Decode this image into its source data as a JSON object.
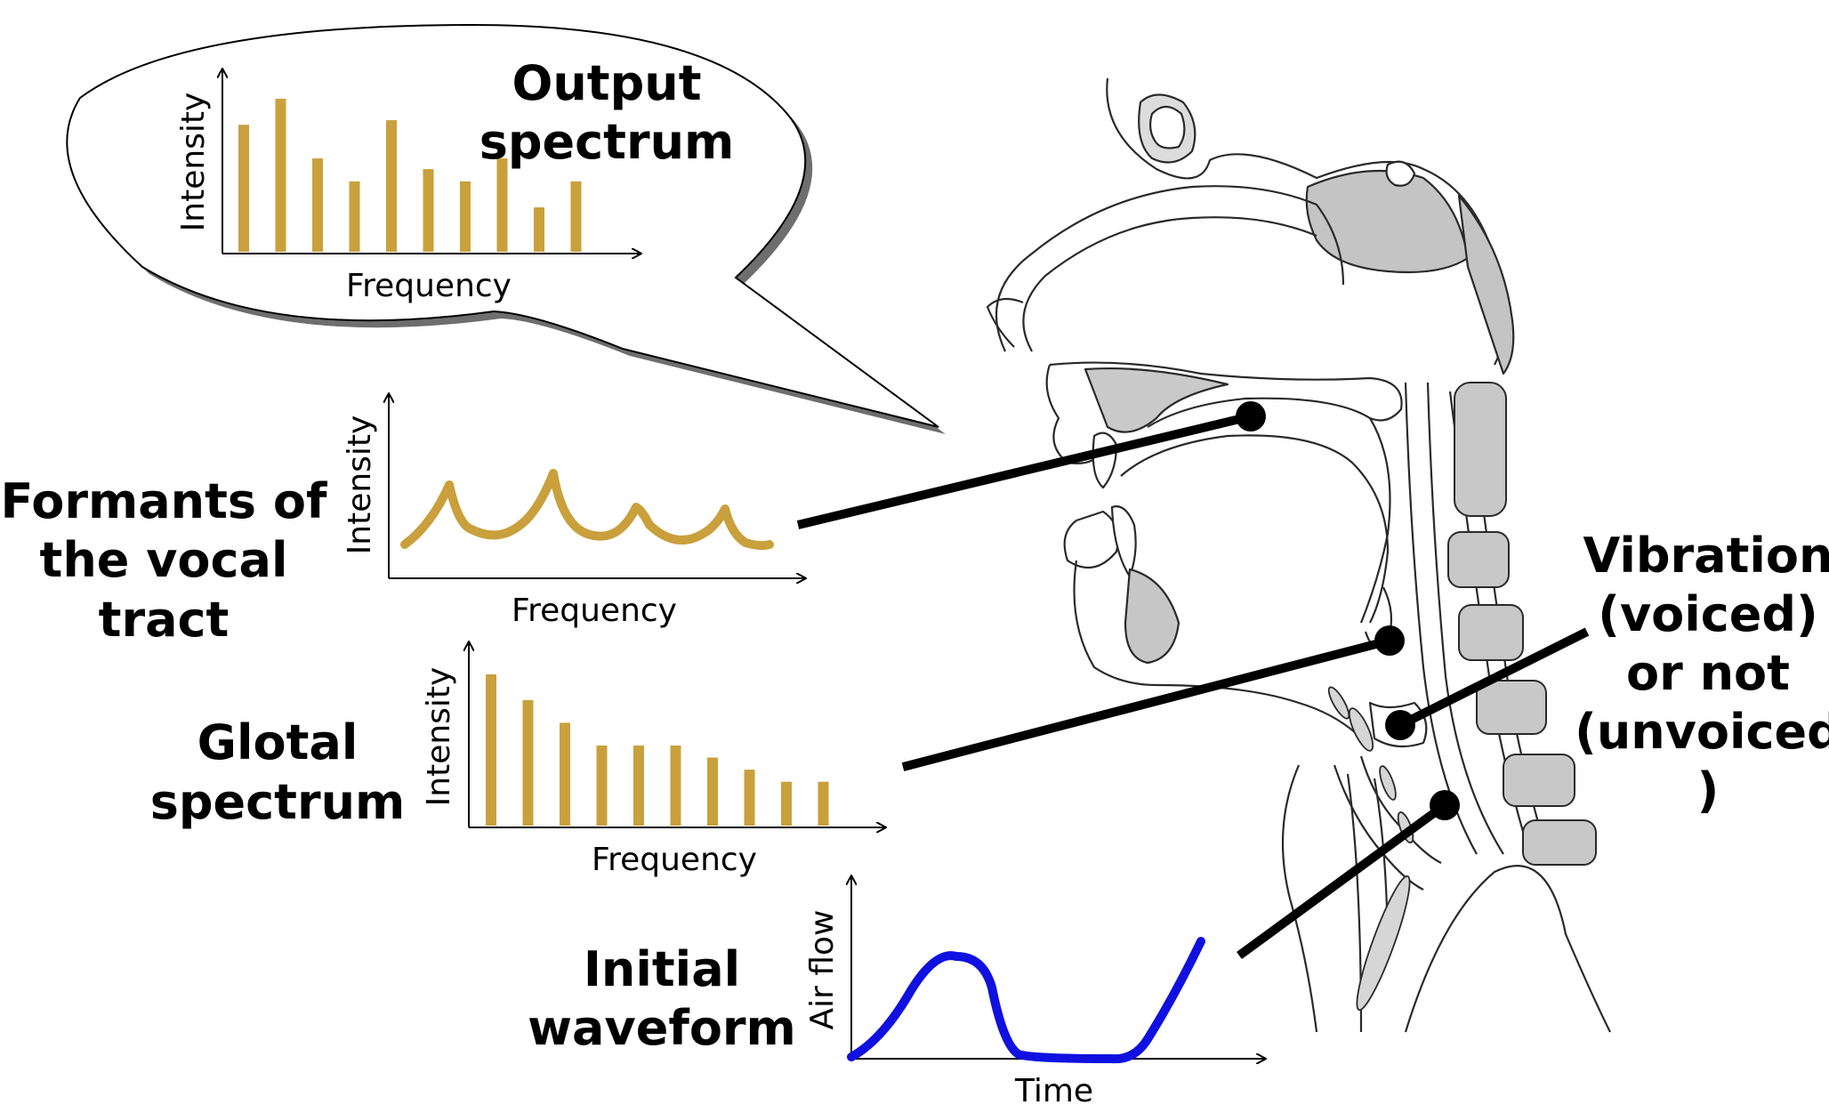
{
  "output_spectrum": {
    "title_line1": "Output",
    "title_line2": "spectrum",
    "ylabel": "Intensity",
    "xlabel": "Frequency",
    "values": [
      0.83,
      1.0,
      0.61,
      0.46,
      0.86,
      0.54,
      0.46,
      0.61,
      0.29,
      0.46
    ]
  },
  "formants": {
    "label_line1": "Formants of",
    "label_line2": "the vocal",
    "label_line3": "tract",
    "ylabel": "Intensity",
    "xlabel": "Frequency",
    "peaks": 4
  },
  "glottal_spectrum": {
    "label_line1": "Glotal",
    "label_line2": "spectrum",
    "ylabel": "Intensity",
    "xlabel": "Frequency",
    "values": [
      1.0,
      0.83,
      0.68,
      0.53,
      0.53,
      0.53,
      0.45,
      0.37,
      0.29,
      0.29
    ]
  },
  "initial_waveform": {
    "label_line1": "Initial",
    "label_line2": "waveform",
    "ylabel": "Air flow",
    "xlabel": "Time"
  },
  "vibration": {
    "line1": "Vibration",
    "line2": "(voiced)",
    "line3": "or not",
    "line4": "(unvoiced",
    "line5": ")"
  },
  "colors": {
    "bar": "#C9A03C",
    "wave": "#1010E0",
    "tissue": "#BDBDBD",
    "outline": "#2a2a2a"
  }
}
